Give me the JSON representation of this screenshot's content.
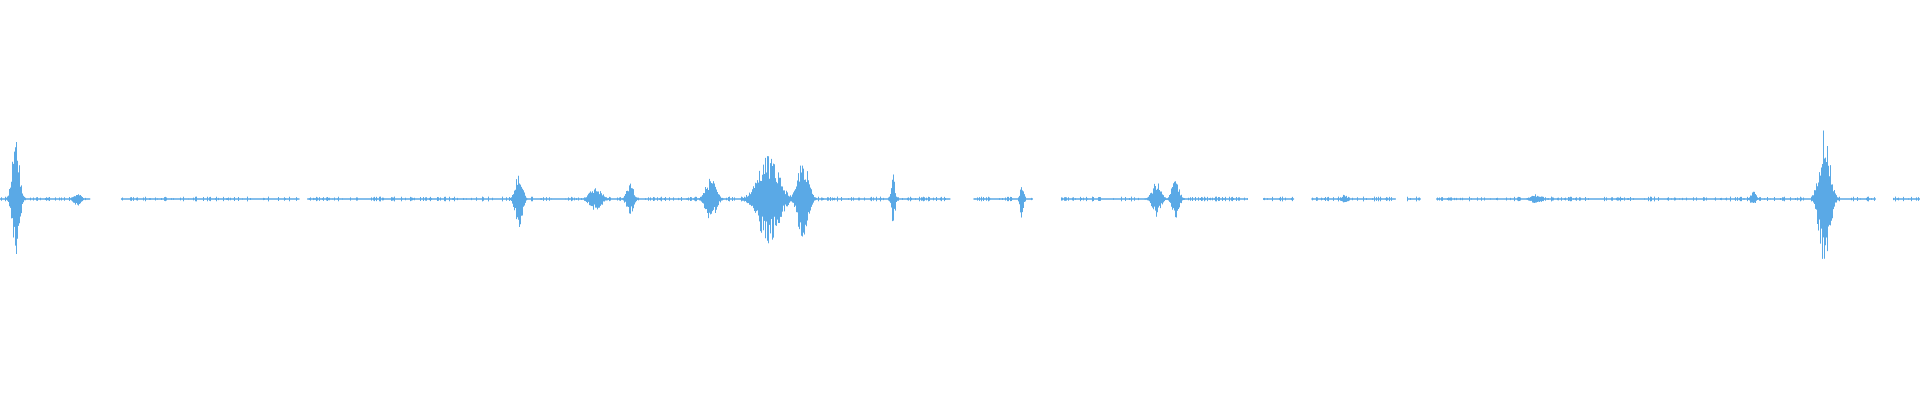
{
  "waveform": {
    "color": "#5aa9e6",
    "background": "#ffffff",
    "time_range": [
      0,
      1
    ],
    "amplitude_range": [
      -1,
      1
    ],
    "active_spans": [
      [
        0.0,
        0.047
      ],
      [
        0.063,
        0.156
      ],
      [
        0.16,
        0.495
      ],
      [
        0.507,
        0.538
      ],
      [
        0.553,
        0.65
      ],
      [
        0.658,
        0.674
      ],
      [
        0.683,
        0.727
      ],
      [
        0.733,
        0.74
      ],
      [
        0.748,
        0.977
      ],
      [
        0.986,
        1.0
      ]
    ],
    "bursts": [
      {
        "t": 0.008,
        "amp": 0.62,
        "width": 0.004
      },
      {
        "t": 0.04,
        "amp": 0.07,
        "width": 0.004
      },
      {
        "t": 0.27,
        "amp": 0.3,
        "width": 0.004
      },
      {
        "t": 0.31,
        "amp": 0.12,
        "width": 0.007
      },
      {
        "t": 0.328,
        "amp": 0.16,
        "width": 0.004
      },
      {
        "t": 0.37,
        "amp": 0.22,
        "width": 0.006
      },
      {
        "t": 0.4,
        "amp": 0.45,
        "width": 0.012
      },
      {
        "t": 0.418,
        "amp": 0.42,
        "width": 0.006
      },
      {
        "t": 0.465,
        "amp": 0.28,
        "width": 0.002
      },
      {
        "t": 0.532,
        "amp": 0.2,
        "width": 0.002
      },
      {
        "t": 0.602,
        "amp": 0.18,
        "width": 0.005
      },
      {
        "t": 0.612,
        "amp": 0.22,
        "width": 0.004
      },
      {
        "t": 0.7,
        "amp": 0.05,
        "width": 0.003
      },
      {
        "t": 0.8,
        "amp": 0.05,
        "width": 0.006
      },
      {
        "t": 0.913,
        "amp": 0.08,
        "width": 0.003
      },
      {
        "t": 0.95,
        "amp": 0.7,
        "width": 0.006
      }
    ]
  }
}
